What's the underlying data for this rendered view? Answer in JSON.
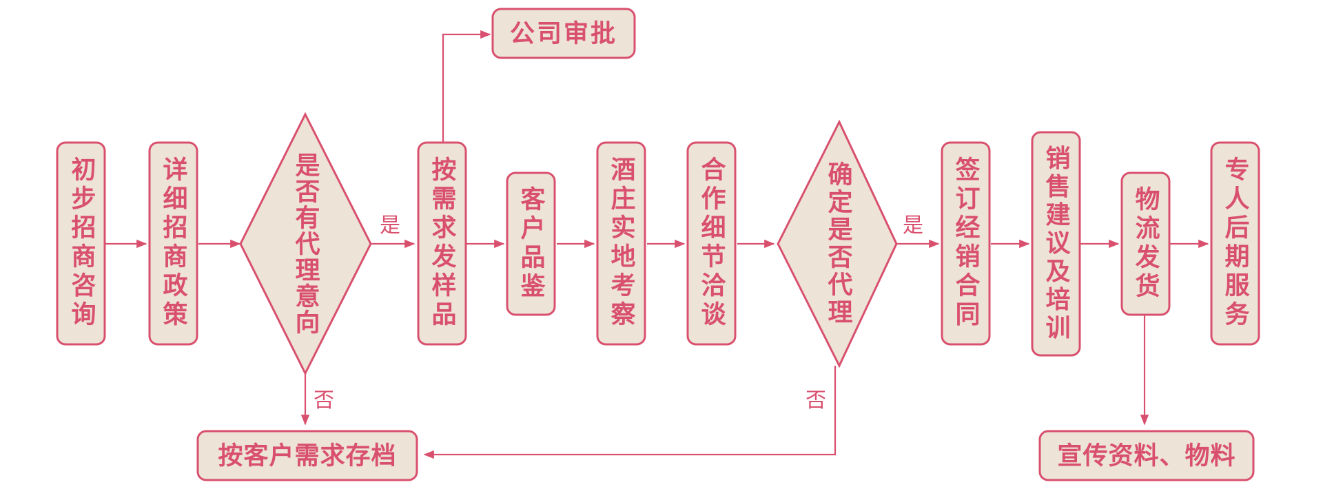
{
  "nodes": {
    "initial_inquiry": "初步招商咨询",
    "detailed_policy": "详细招商政策",
    "intent_decision": "是否有代理意向",
    "samples": "按需求发样品",
    "company_approval": "公司审批",
    "product_tasting": "客户品鉴",
    "winery_visit": "酒庄实地考察",
    "cooperation_talks": "合作细节洽谈",
    "agency_decision": "确定是否代理",
    "sign_contract": "签订经销合同",
    "sales_training": "销售建议及培训",
    "logistics": "物流发货",
    "after_sales": "专人后期服务",
    "archive": "按客户需求存档",
    "materials": "宣传资料、物料"
  },
  "edge_labels": {
    "intent_yes": "是",
    "intent_no": "否",
    "agency_yes": "是",
    "agency_no": "否"
  },
  "colors": {
    "stroke": "#d9506e",
    "fill": "#ede3d6",
    "text": "#d9506e"
  }
}
